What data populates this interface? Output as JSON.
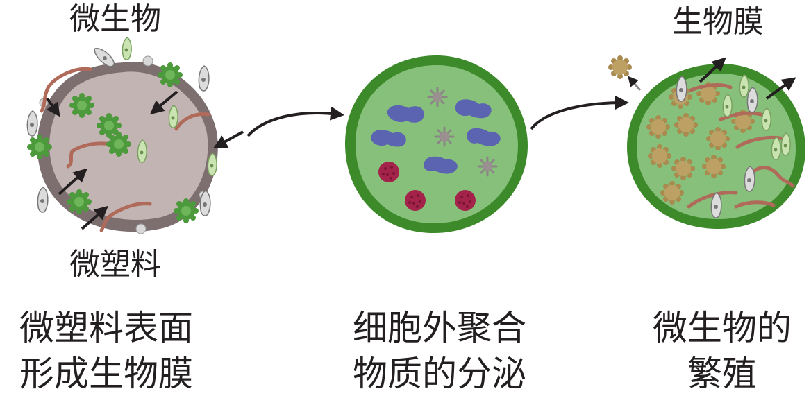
{
  "labels": {
    "microbe": "微生物",
    "microplastic": "微塑料",
    "biofilm": "生物膜"
  },
  "captions": {
    "stage1": [
      "微塑料表面",
      "形成生物膜"
    ],
    "stage2": [
      "细胞外聚合",
      "物质的分泌"
    ],
    "stage3": [
      "微生物的",
      "繁殖"
    ]
  },
  "colors": {
    "plastic_ring": "#7d6f70",
    "plastic_fill": "#c2b4b2",
    "film_ring": "#3d8a2b",
    "film_fill": "#86c07a",
    "worm": "#b06a5a",
    "green_microbe": "#4c9a3c",
    "blob": "#5b64b0",
    "red_cell": "#a4234a",
    "tan_microbe": "#bda063"
  }
}
